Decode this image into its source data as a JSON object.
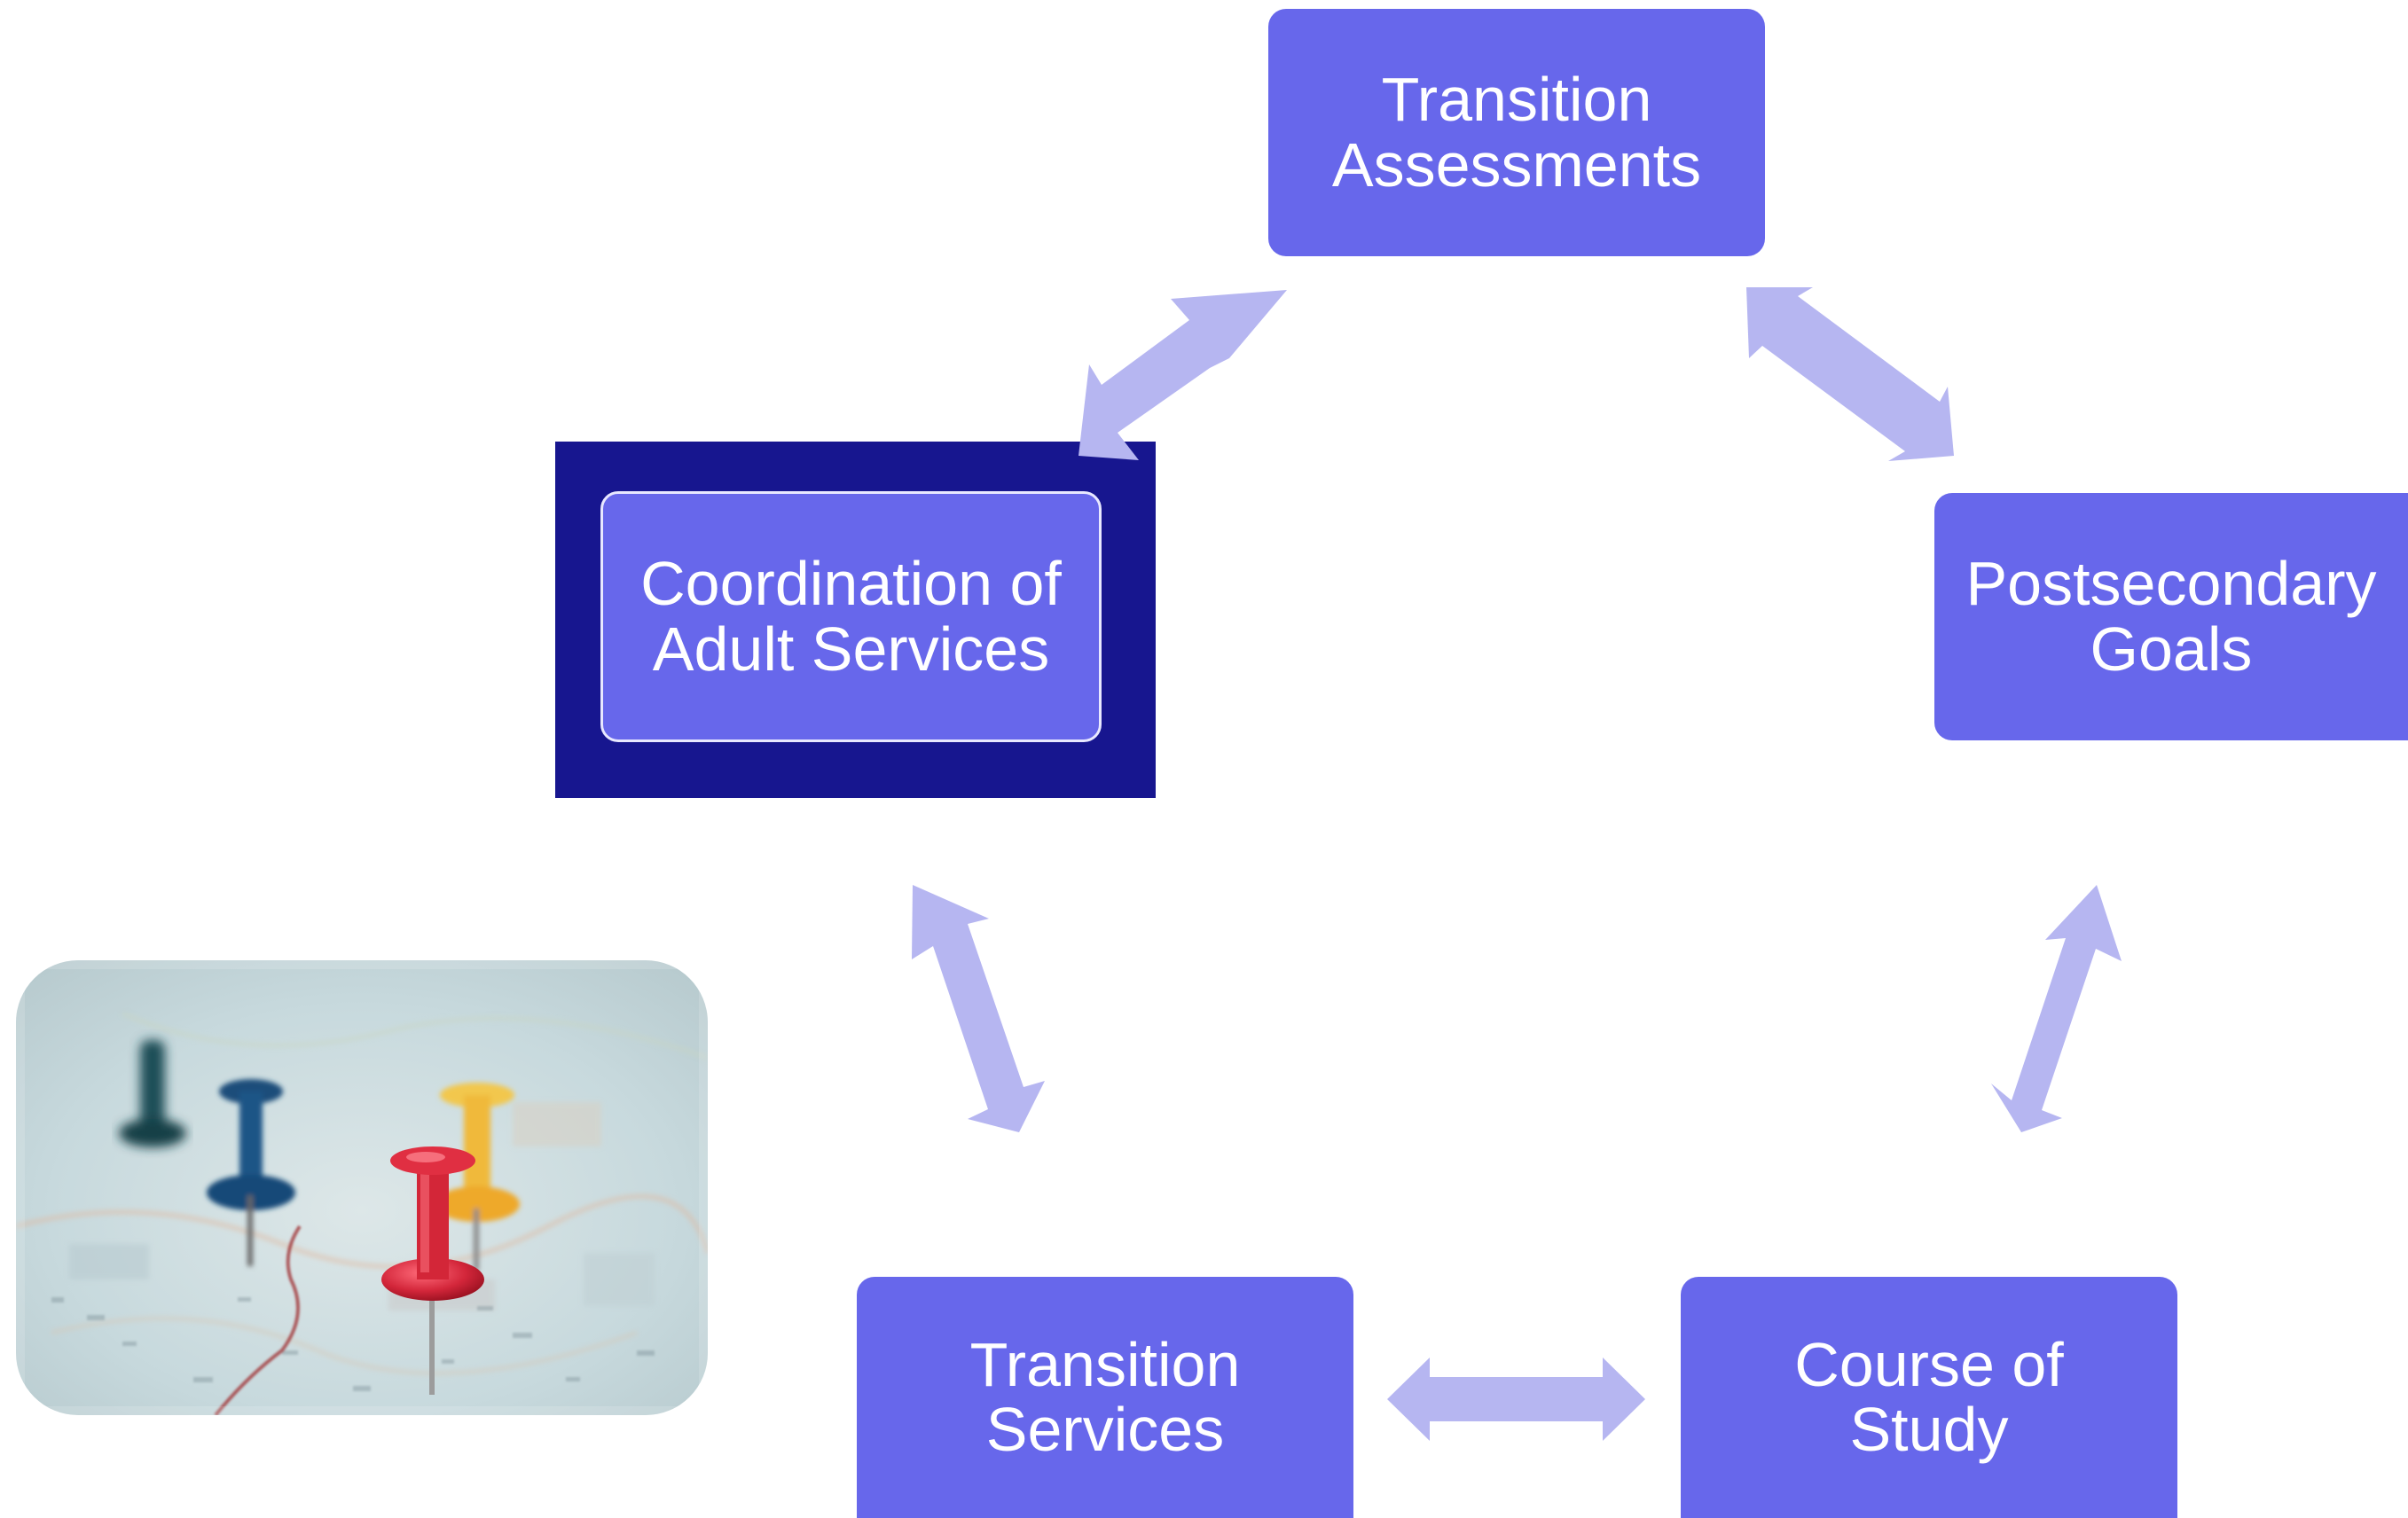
{
  "diagram": {
    "nodes": [
      {
        "id": "transition-assessments",
        "label": "Transition\nAssessments"
      },
      {
        "id": "postsecondary-goals",
        "label": "Postsecondary\nGoals"
      },
      {
        "id": "course-of-study",
        "label": "Course of\nStudy"
      },
      {
        "id": "transition-services",
        "label": "Transition\nServices"
      },
      {
        "id": "coordination-of-adult-services",
        "label": "Coordination of\nAdult Services",
        "highlighted": true
      }
    ],
    "connections": [
      {
        "from": "transition-assessments",
        "to": "postsecondary-goals",
        "type": "bidirectional"
      },
      {
        "from": "postsecondary-goals",
        "to": "course-of-study",
        "type": "bidirectional"
      },
      {
        "from": "course-of-study",
        "to": "transition-services",
        "type": "bidirectional"
      },
      {
        "from": "transition-services",
        "to": "coordination-of-adult-services",
        "type": "bidirectional"
      },
      {
        "from": "coordination-of-adult-services",
        "to": "transition-assessments",
        "type": "bidirectional"
      }
    ]
  },
  "colors": {
    "node_fill": "#6767eb",
    "node_text": "#ffffff",
    "highlight_frame": "#17168f",
    "arrow_fill": "#b6b6f1"
  },
  "image": {
    "icon": "map-pins-photo"
  }
}
